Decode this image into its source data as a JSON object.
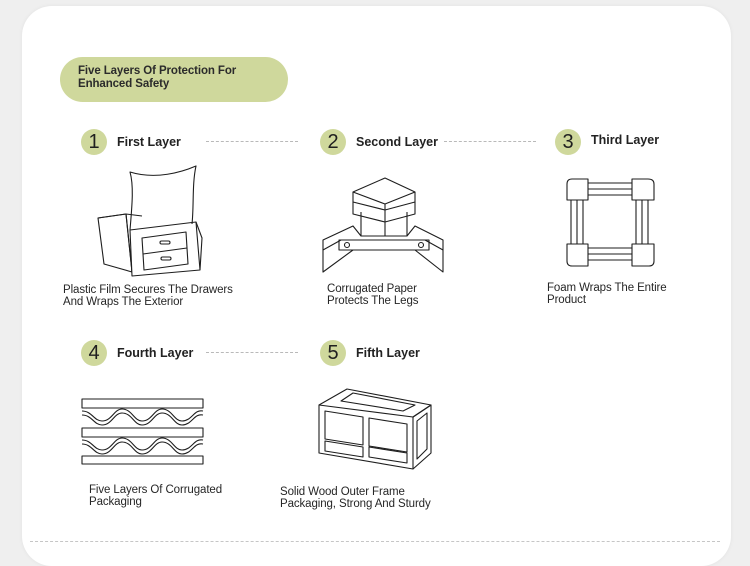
{
  "header": {
    "title": "Five Layers Of Protection For Enhanced Safety"
  },
  "accent_color": "#cfd89c",
  "layers": [
    {
      "number": "1",
      "title": "First Layer",
      "description_line1": "Plastic Film Secures The Drawers",
      "description_line2": "And Wraps The Exterior",
      "icon": "wrapped-nightstand-icon"
    },
    {
      "number": "2",
      "title": "Second Layer",
      "description_line1": "Corrugated Paper",
      "description_line2": "Protects The Legs",
      "icon": "corner-protector-icon"
    },
    {
      "number": "3",
      "title": "Third Layer",
      "description_line1": "Foam Wraps The Entire",
      "description_line2": "Product",
      "icon": "foam-frame-icon"
    },
    {
      "number": "4",
      "title": "Fourth Layer",
      "description_line1": "Five Layers Of Corrugated",
      "description_line2": "Packaging",
      "icon": "corrugated-layers-icon"
    },
    {
      "number": "5",
      "title": "Fifth Layer",
      "description_line1": "Solid Wood Outer Frame",
      "description_line2": "Packaging, Strong And Sturdy",
      "icon": "wooden-crate-icon"
    }
  ]
}
